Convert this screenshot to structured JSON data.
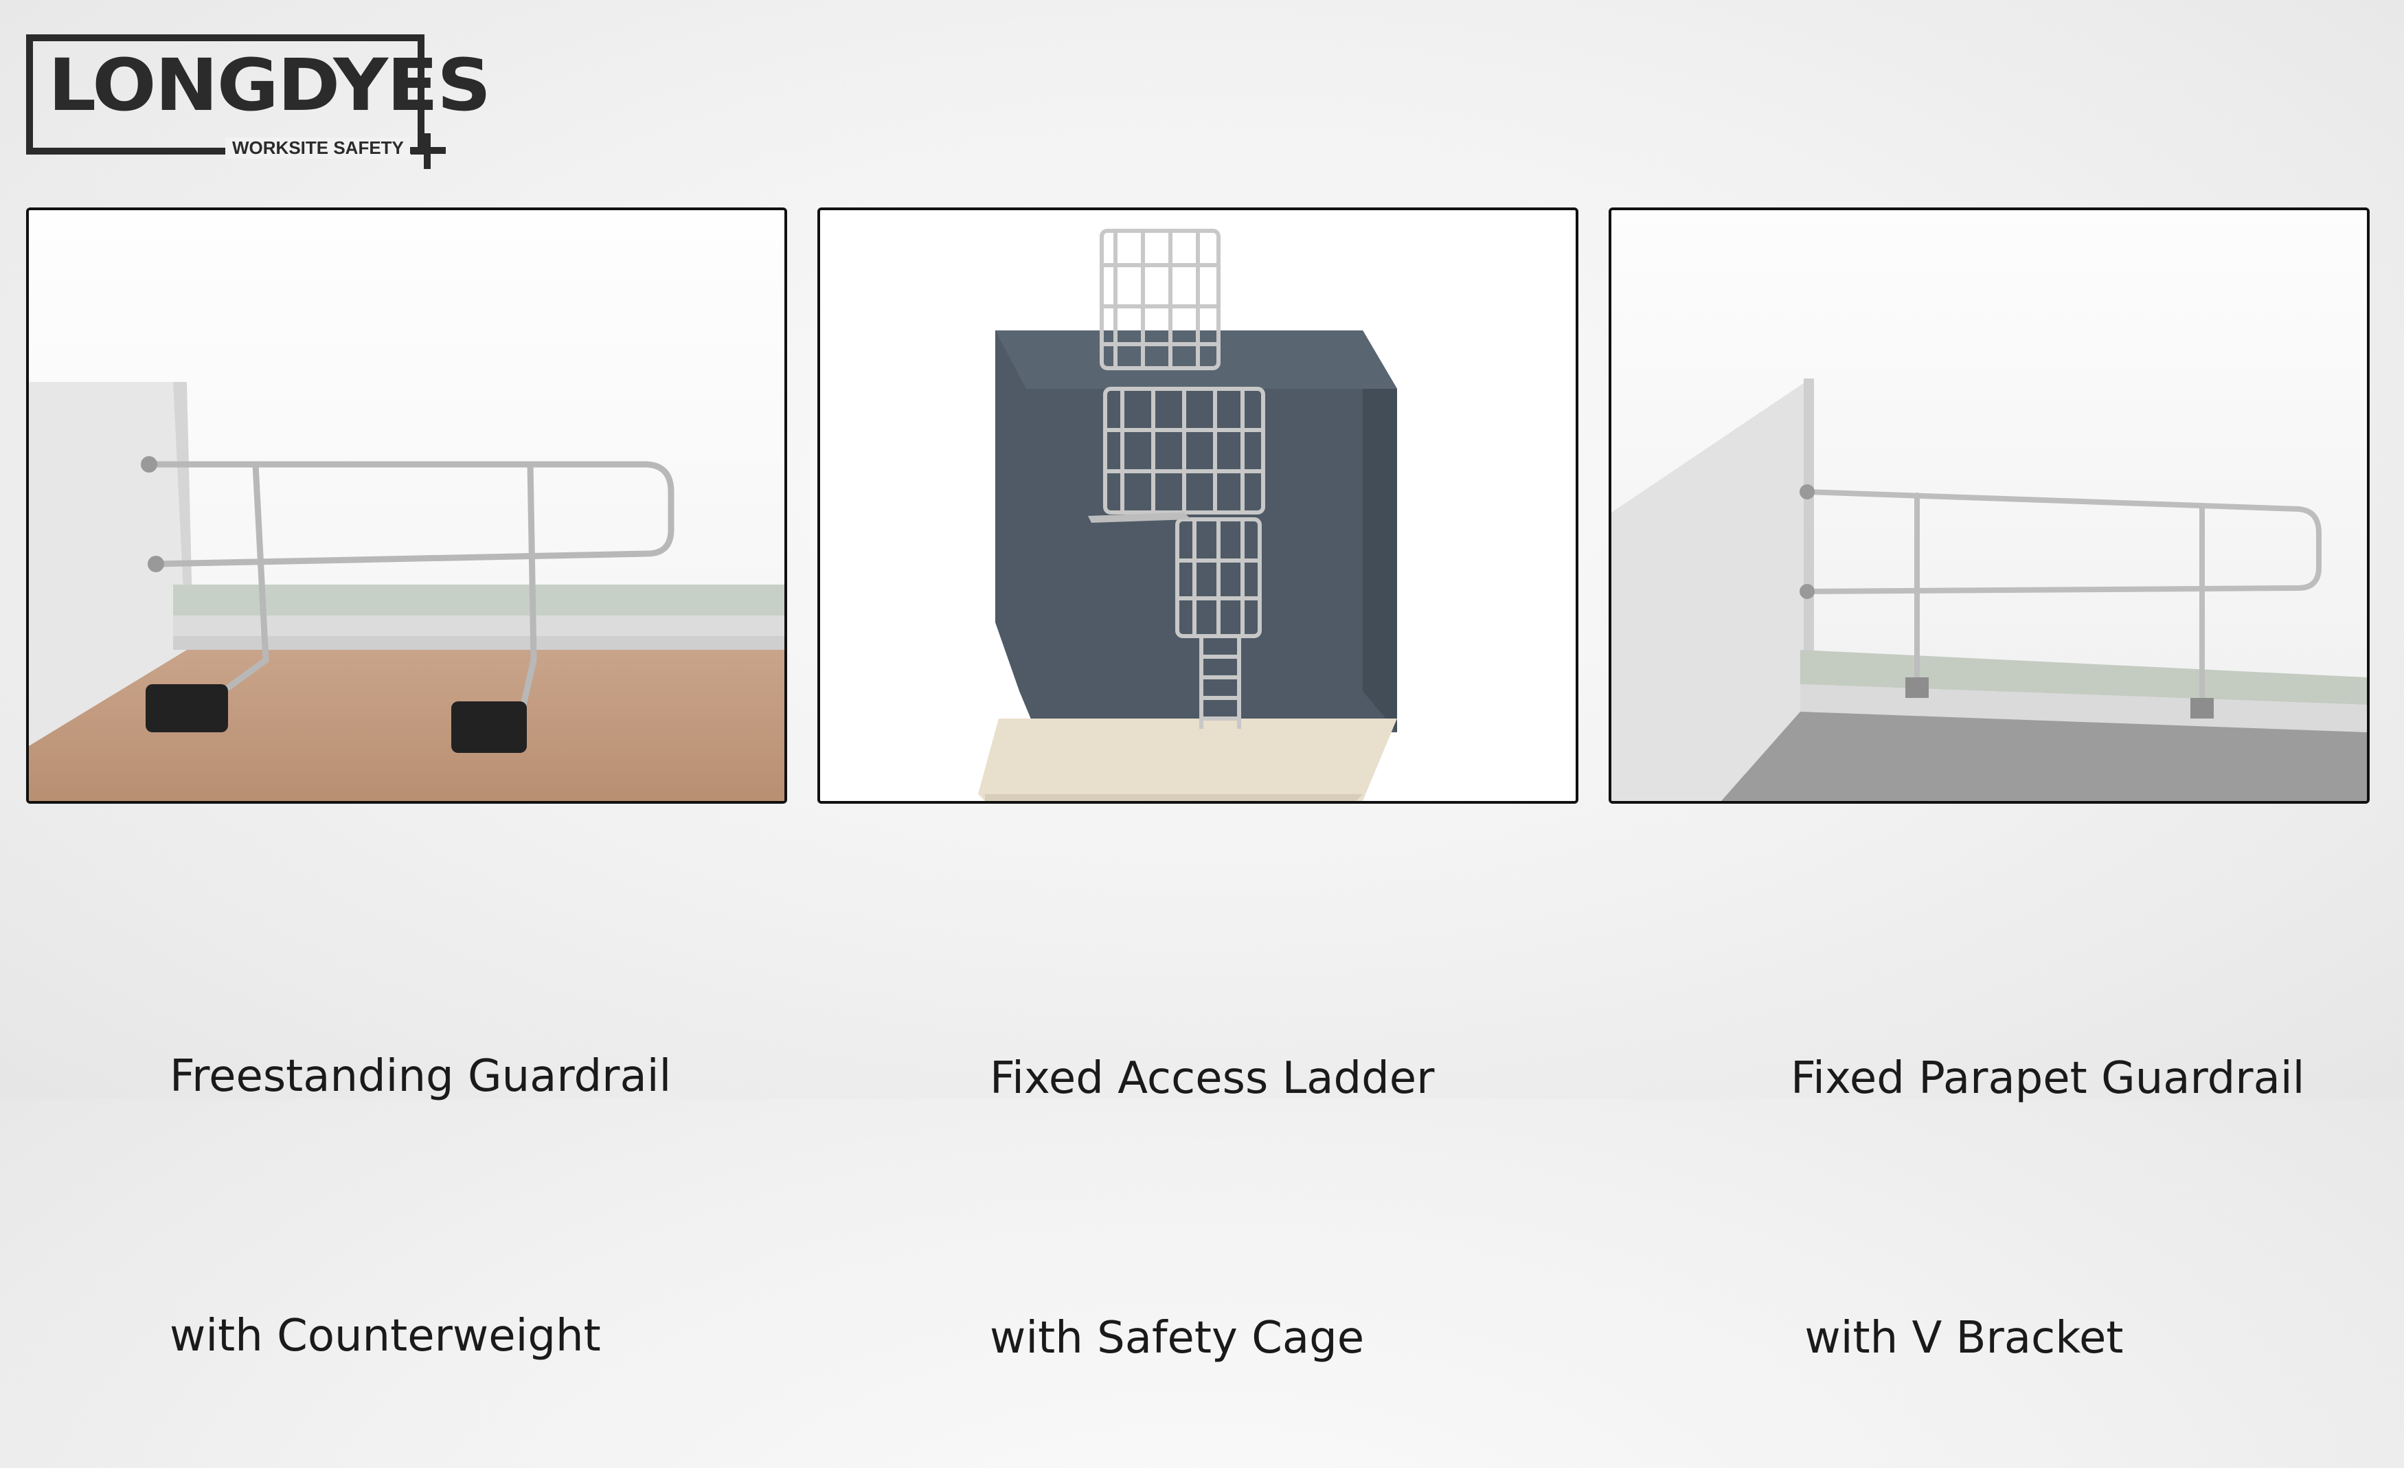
{
  "logo": {
    "brand": "LONGDYES",
    "tagline": "WORKSITE SAFETY",
    "plus_icon": "plus-icon"
  },
  "products": [
    {
      "line1": "Freestanding Guardrail",
      "line2": "with Counterweight"
    },
    {
      "line1": "Fixed Access Ladder",
      "line2": "with Safety Cage"
    },
    {
      "line1": "Fixed Parapet Guardrail",
      "line2": " with V Bracket"
    }
  ]
}
